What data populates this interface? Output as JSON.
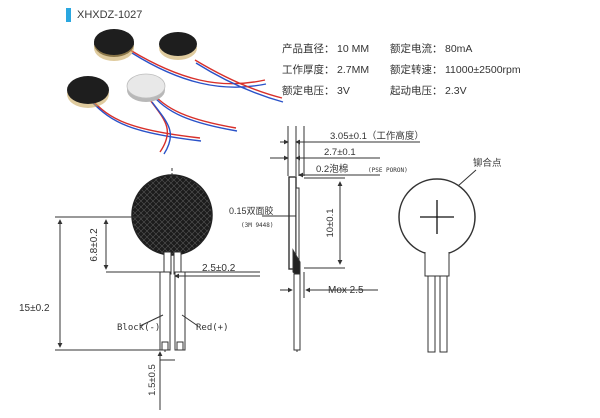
{
  "header": {
    "model": "XHXDZ-1027",
    "accent": "#2aa7e0"
  },
  "specs": [
    {
      "label": "产品直径：",
      "value": "10 MM"
    },
    {
      "label": "额定电流：",
      "value": "80mA"
    },
    {
      "label": "工作厚度：",
      "value": "2.7MM"
    },
    {
      "label": "额定转速：",
      "value": "11000±2500rpm"
    },
    {
      "label": "额定电压：",
      "value": "3V"
    },
    {
      "label": "起动电压：",
      "value": "2.3V"
    }
  ],
  "front": {
    "dim_head": "6.8±0.2",
    "dim_total": "15±0.2",
    "dim_pitch": "2.5±0.2",
    "dim_wire": "1.5±0.5",
    "wire_black": "Block(-)",
    "wire_red": "Red(+)"
  },
  "side": {
    "dim_work": "3.05±0.1（工作高度）",
    "dim_thick": "2.7±0.1",
    "dim_foam": "0.2泡棉",
    "foam_note": "(PSE PORON)",
    "tape": "0.15双面胶",
    "tape_note": "(3M 9448)",
    "dim_dia": "10±0.1",
    "dim_max": "Mox 2.5"
  },
  "back": {
    "rivet": "铆合点"
  },
  "colors": {
    "line": "#333333",
    "wire_red": "#d8302a",
    "wire_blue": "#2a52c8"
  }
}
